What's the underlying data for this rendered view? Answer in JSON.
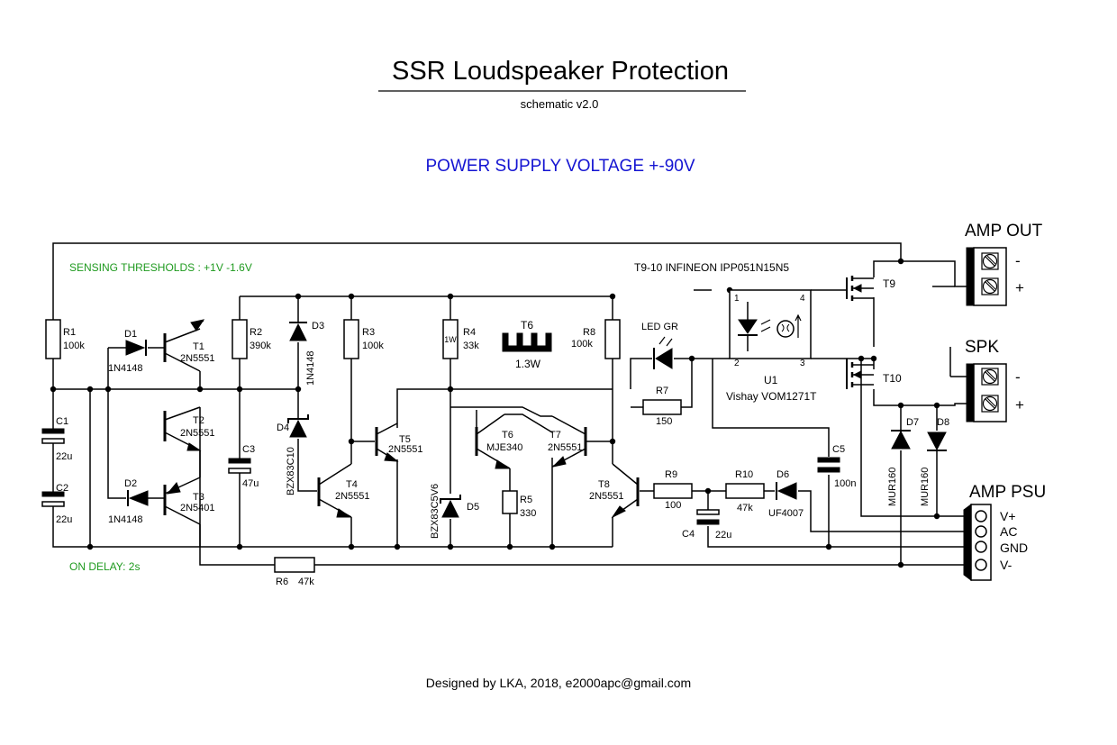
{
  "header": {
    "title": "SSR Loudspeaker Protection",
    "subtitle": "schematic v2.0",
    "voltage_note": "POWER SUPPLY VOLTAGE +-90V"
  },
  "notes": {
    "thresholds": "SENSING THRESHOLDS : +1V  -1.6V",
    "on_delay": "ON DELAY: 2s",
    "mosfet_note": "T9-10  INFINEON  IPP051N15N5",
    "footer": "Designed by LKA, 2018, e2000apc@gmail.com"
  },
  "colors": {
    "accent_blue": "#1414d2",
    "note_green": "#1f9a1f",
    "wire": "#000000"
  },
  "components": {
    "r1": {
      "ref": "R1",
      "value": "100k"
    },
    "r2": {
      "ref": "R2",
      "value": "390k"
    },
    "r3": {
      "ref": "R3",
      "value": "100k"
    },
    "r4": {
      "ref": "R4",
      "value": "33k",
      "power": "1W"
    },
    "r5": {
      "ref": "R5",
      "value": "330"
    },
    "r6": {
      "ref": "R6",
      "value": "47k"
    },
    "r7": {
      "ref": "R7",
      "value": "150"
    },
    "r8": {
      "ref": "R8",
      "value": "100k"
    },
    "r9": {
      "ref": "R9",
      "value": "100"
    },
    "r10": {
      "ref": "R10",
      "value": "47k"
    },
    "c1": {
      "ref": "C1",
      "value": "22u"
    },
    "c2": {
      "ref": "C2",
      "value": "22u"
    },
    "c3": {
      "ref": "C3",
      "value": "47u"
    },
    "c4": {
      "ref": "C4",
      "value": "22u"
    },
    "c5": {
      "ref": "C5",
      "value": "100n"
    },
    "d1": {
      "ref": "D1",
      "value": "1N4148"
    },
    "d2": {
      "ref": "D2",
      "value": "1N4148"
    },
    "d3": {
      "ref": "D3",
      "value": "1N4148"
    },
    "d4": {
      "ref": "D4",
      "value": "BZX83C10"
    },
    "d5": {
      "ref": "D5",
      "value": "BZX83C5V6"
    },
    "d6": {
      "ref": "D6",
      "value": "UF4007"
    },
    "d7": {
      "ref": "D7",
      "value": "MUR160"
    },
    "d8": {
      "ref": "D8",
      "value": "MUR160"
    },
    "t1": {
      "ref": "T1",
      "value": "2N5551"
    },
    "t2": {
      "ref": "T2",
      "value": "2N5551"
    },
    "t3": {
      "ref": "T3",
      "value": "2N5401"
    },
    "t4": {
      "ref": "T4",
      "value": "2N5551"
    },
    "t5": {
      "ref": "T5",
      "value": "2N5551"
    },
    "t6": {
      "ref": "T6",
      "value": "MJE340"
    },
    "t7": {
      "ref": "T7",
      "value": "2N5551"
    },
    "t8": {
      "ref": "T8",
      "value": "2N5551"
    },
    "t9": {
      "ref": "T9"
    },
    "t10": {
      "ref": "T10"
    },
    "heatsink": {
      "ref": "T6",
      "value": "1.3W"
    },
    "led": {
      "label": "LED GR"
    },
    "u1": {
      "ref": "U1",
      "value": "Vishay VOM1271T",
      "pins": [
        "1",
        "4",
        "2",
        "3"
      ]
    }
  },
  "connectors": {
    "amp_out": {
      "title": "AMP OUT",
      "pins": [
        "-",
        "+"
      ]
    },
    "spk": {
      "title": "SPK",
      "pins": [
        "-",
        "+"
      ]
    },
    "amp_psu": {
      "title": "AMP PSU",
      "pins": [
        "V+",
        "AC",
        "GND",
        "V-"
      ]
    }
  }
}
